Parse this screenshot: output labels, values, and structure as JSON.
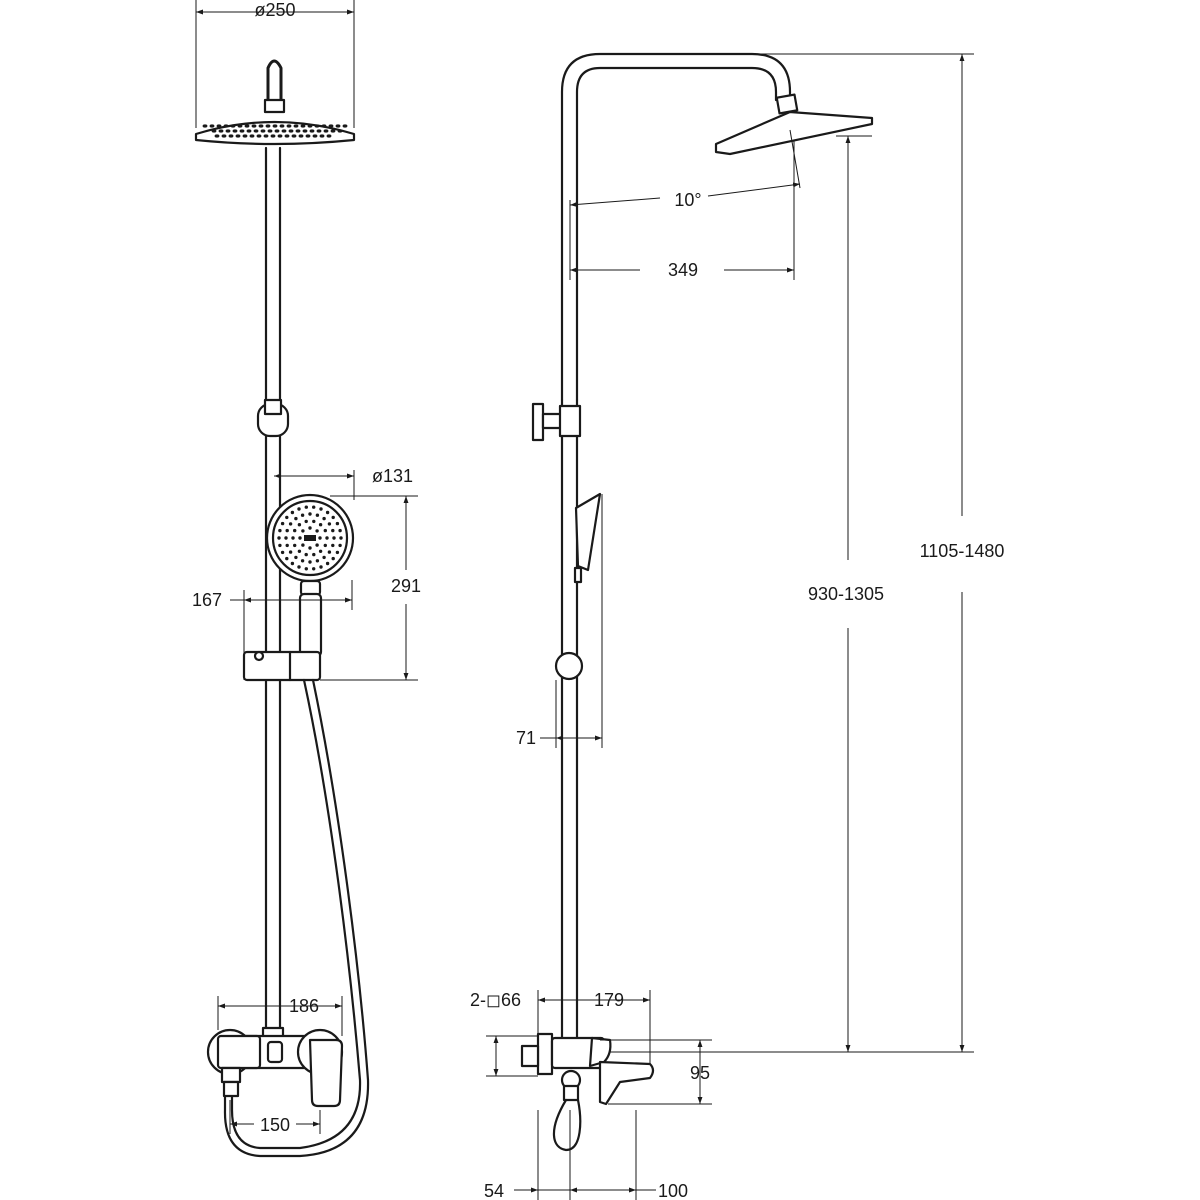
{
  "dimensions": {
    "rain_diameter": "ø250",
    "hand_diameter": "ø131",
    "hand_height": "291",
    "hand_offset": "167",
    "mixer_width": "186",
    "mixer_centers": "150",
    "arm_angle": "10°",
    "arm_reach": "349",
    "rail_height": "930-1305",
    "total_height": "1105-1480",
    "holder_depth": "71",
    "connections": "2-◻66",
    "mixer_depth": "179",
    "mixer_height": "95",
    "wall_offset": "54",
    "spout_reach": "100"
  },
  "colors": {
    "line": "#1a1a1a",
    "background": "#ffffff"
  }
}
